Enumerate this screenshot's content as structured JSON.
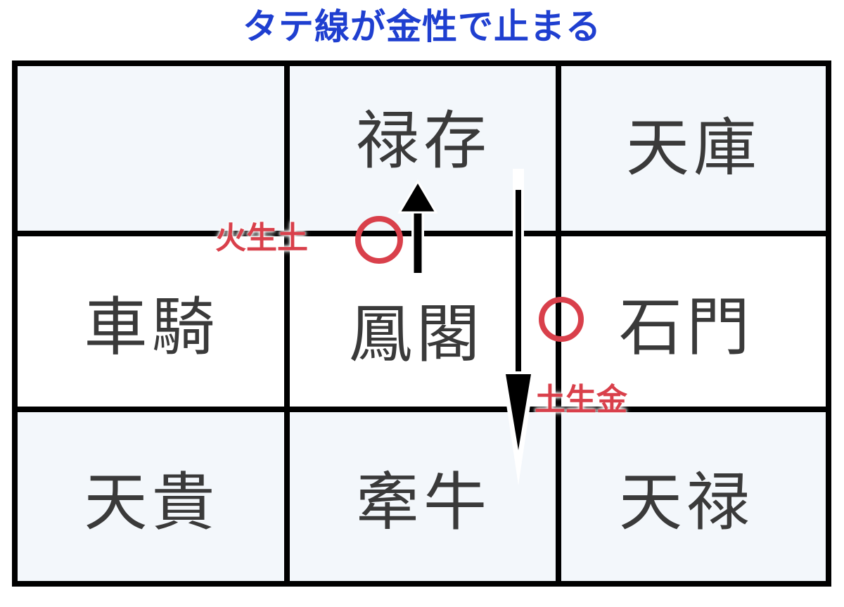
{
  "title": "タテ線が金性で止まる",
  "colors": {
    "title": "#1f3fd0",
    "annotation": "#d9404b",
    "cell_shaded": "#f3f7fb",
    "cell_white": "#ffffff",
    "grid": "#000000",
    "cell_text": "#3a3a3a"
  },
  "grid": {
    "cells": [
      {
        "row": 0,
        "col": 0,
        "label": "",
        "shaded": true
      },
      {
        "row": 0,
        "col": 1,
        "label": "禄存",
        "shaded": true
      },
      {
        "row": 0,
        "col": 2,
        "label": "天庫",
        "shaded": true
      },
      {
        "row": 1,
        "col": 0,
        "label": "車騎",
        "shaded": false
      },
      {
        "row": 1,
        "col": 1,
        "label": "鳳閣",
        "shaded": false
      },
      {
        "row": 1,
        "col": 2,
        "label": "石門",
        "shaded": false
      },
      {
        "row": 2,
        "col": 0,
        "label": "天貴",
        "shaded": true
      },
      {
        "row": 2,
        "col": 1,
        "label": "牽牛",
        "shaded": true
      },
      {
        "row": 2,
        "col": 2,
        "label": "天禄",
        "shaded": true
      }
    ]
  },
  "annotations": {
    "upper": {
      "text": "火生土",
      "mark": "circle-icon"
    },
    "lower": {
      "text": "土生金",
      "mark": "circle-icon"
    }
  },
  "arrows": [
    {
      "name": "up-arrow-icon",
      "from": "鳳閣",
      "to": "禄存"
    },
    {
      "name": "down-arrow-icon",
      "from": "禄存",
      "to": "牽牛"
    }
  ]
}
